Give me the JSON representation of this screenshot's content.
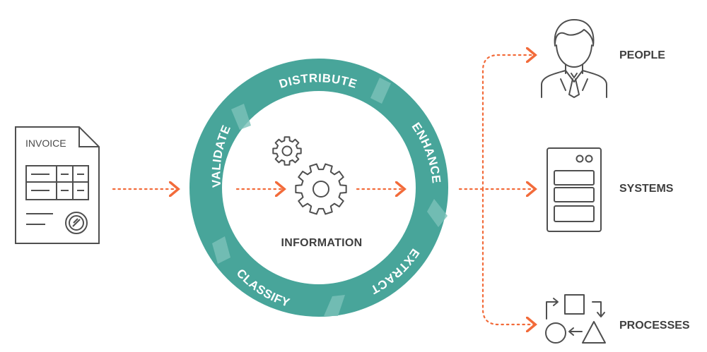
{
  "invoice": {
    "title": "INVOICE"
  },
  "center": {
    "label": "INFORMATION"
  },
  "ring": {
    "segments": [
      {
        "label": "DISTRIBUTE"
      },
      {
        "label": "ENHANCE"
      },
      {
        "label": "EXTRACT"
      },
      {
        "label": "CLASSIFY"
      },
      {
        "label": "VALIDATE"
      }
    ]
  },
  "outputs": {
    "people": "PEOPLE",
    "systems": "SYSTEMS",
    "processes": "PROCESSES"
  },
  "icons": {
    "document": "invoice-document-icon",
    "gears": "gears-icon",
    "person": "person-icon",
    "server": "server-icon",
    "shapes": "process-shapes-icon"
  },
  "colors": {
    "ring": "#48a59a",
    "ring_highlight": "#7cc2b9",
    "arrow": "#f26b3a",
    "icon_stroke": "#4f4f4f",
    "text": "#3f3f3f"
  }
}
